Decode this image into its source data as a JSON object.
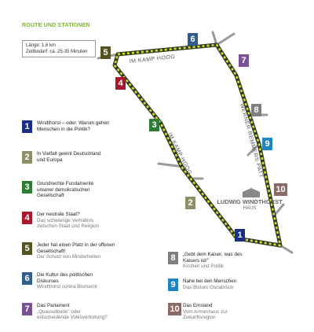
{
  "heading": "ROUTE UND STATIONEN",
  "info": {
    "length": "Länge: 1,6 km",
    "time": "Zeitbedarf: ca. 25-35 Minuten"
  },
  "colors": {
    "1": "#1b2f86",
    "2": "#8f8f6a",
    "3": "#2e7d32",
    "4": "#a8192d",
    "5": "#55531f",
    "6": "#2f5f8a",
    "7": "#7b5196",
    "8": "#7f7f7f",
    "9": "#1f86c2",
    "10": "#8b6a63"
  },
  "streets": {
    "kamp_hoog_top": "IM KAMP HOOG",
    "kamp_hoog_diag": "IM KAMP HOOG",
    "remmers": "WERNER-REMMERS-PATT"
  },
  "building": {
    "line1": "LUDWIG WINDTHORST",
    "line2": "HAUS"
  },
  "stations": [
    {
      "n": "1",
      "title": "Windthorst – oder: Warum gehen Menschen in die Politik?",
      "sub": ""
    },
    {
      "n": "2",
      "title": "In Vielfalt geeint Deutschland und Europa",
      "sub": ""
    },
    {
      "n": "3",
      "title": "Grundrechte Fundamente unserer demokratischen Gesellschaft",
      "sub": ""
    },
    {
      "n": "4",
      "title": "Der neutrale Staat?",
      "sub": "Das schwierige Verhältnis zwischen Staat und Religion"
    },
    {
      "n": "5",
      "title": "Jeder hat einen Platz in der offenen Gesellschaft!",
      "sub": "Der Schutz von Minderheiten"
    },
    {
      "n": "6",
      "title": "Die Kultur des politischen Diskurses",
      "sub": "Windthorst contra Bismarck"
    },
    {
      "n": "7",
      "title": "Das Parlament",
      "sub": "„Quasselbude\" oder entscheidende Volksvertretung?"
    },
    {
      "n": "8",
      "title": "„Gebt dem Kaiser, was des Kaisers ist!\"",
      "sub": "Kirchen und Politik"
    },
    {
      "n": "9",
      "title": "Nahe bei den Menschen",
      "sub": "Das Bistum Osnabrück"
    },
    {
      "n": "10",
      "title": "Das Emsland",
      "sub": "Vom Armenhaus zur Zukunftsregion"
    }
  ]
}
